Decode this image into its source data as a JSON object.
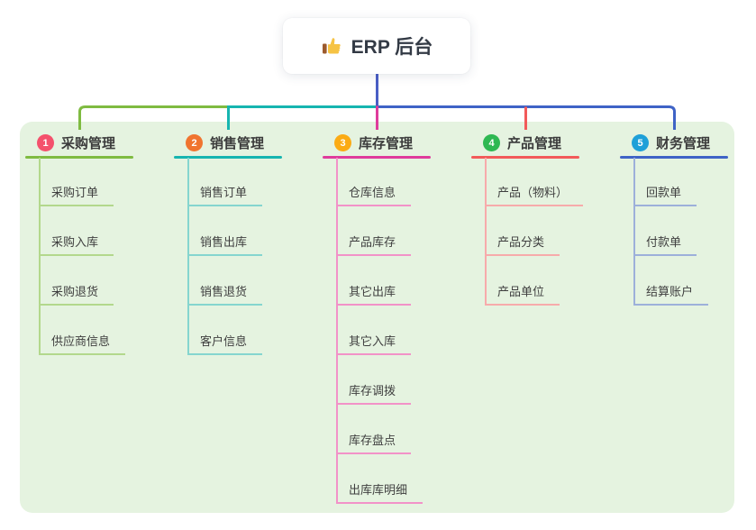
{
  "root": {
    "title": "ERP 后台",
    "icon": "thumbs-up-icon"
  },
  "colors": {
    "panel_bg": "#e5f3e0",
    "root_line": "#4a5ec5",
    "text": "#3d3d3d",
    "root_title": "#333a45"
  },
  "branches": [
    {
      "index": "1",
      "label": "采购管理",
      "badge_color": "#f4516c",
      "line_color": "#7fbb41",
      "light_color": "#b3d88c",
      "items": [
        "采购订单",
        "采购入库",
        "采购退货",
        "供应商信息"
      ]
    },
    {
      "index": "2",
      "label": "销售管理",
      "badge_color": "#f0742f",
      "line_color": "#16b5b0",
      "light_color": "#85d5cf",
      "items": [
        "销售订单",
        "销售出库",
        "销售退货",
        "客户信息"
      ]
    },
    {
      "index": "3",
      "label": "库存管理",
      "badge_color": "#fbab14",
      "line_color": "#df3c9c",
      "light_color": "#f292c8",
      "items": [
        "仓库信息",
        "产品库存",
        "其它出库",
        "其它入库",
        "库存调拨",
        "库存盘点",
        "出库库明细"
      ]
    },
    {
      "index": "4",
      "label": "产品管理",
      "badge_color": "#2eb852",
      "line_color": "#f25a5a",
      "light_color": "#f7abab",
      "items": [
        "产品（物料）",
        "产品分类",
        "产品单位"
      ]
    },
    {
      "index": "5",
      "label": "财务管理",
      "badge_color": "#1ea0d8",
      "line_color": "#3f63c6",
      "light_color": "#9db0da",
      "items": [
        "回款单",
        "付款单",
        "结算账户"
      ]
    }
  ]
}
